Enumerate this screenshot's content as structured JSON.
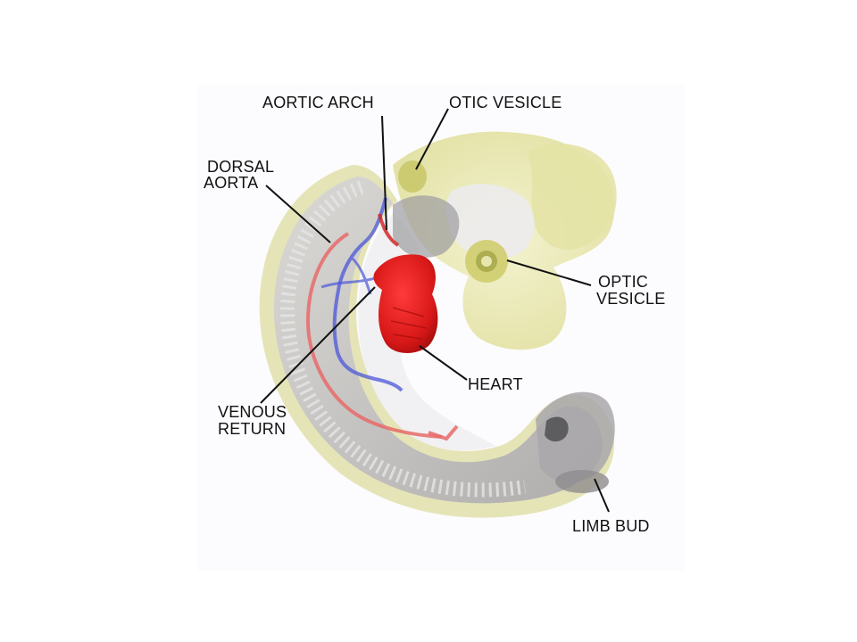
{
  "labels": {
    "aortic_arch": "AORTIC ARCH",
    "otic_vesicle": "OTIC VESICLE",
    "dorsal_aorta_line1": "DORSAL",
    "dorsal_aorta_line2": "AORTA",
    "optic_vesicle_line1": "OPTIC",
    "optic_vesicle_line2": "VESICLE",
    "heart": "HEART",
    "venous_return_line1": "VENOUS",
    "venous_return_line2": "RETURN",
    "limb_bud": "LIMB BUD"
  },
  "colors": {
    "background": "#ffffff",
    "panel": "#fcfbfd",
    "head_yellow": "#d9d98a",
    "heart_red": "#e01818",
    "artery_red": "#e86a6a",
    "vein_blue": "#4a56d8",
    "body_gray": "#c4c2c4",
    "label_line": "#111111"
  }
}
